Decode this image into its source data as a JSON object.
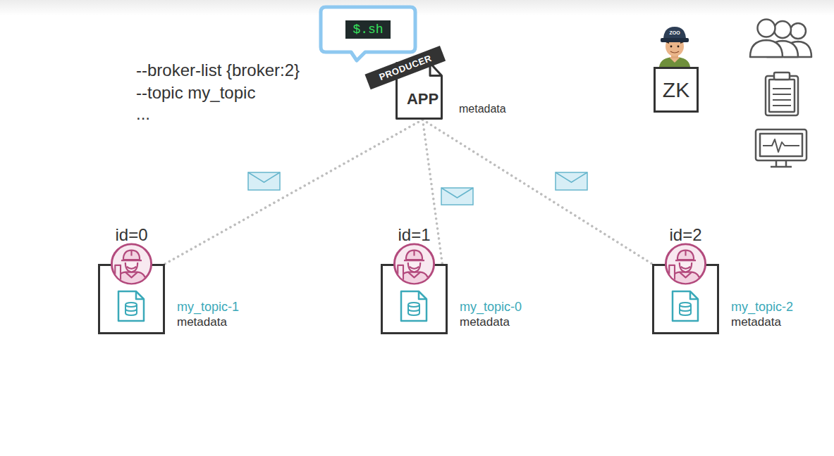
{
  "diagram": {
    "nodes": [
      {
        "text": [
          "$.sh"
        ]
      },
      {
        "text": [
          "PRODUCER",
          "APP",
          "metadata"
        ]
      },
      {
        "text": [
          "ZK"
        ]
      },
      {
        "text": [
          "id=0",
          "my_topic-1",
          "metadata"
        ]
      },
      {
        "text": [
          "id=1",
          "my_topic-0",
          "metadata"
        ]
      },
      {
        "text": [
          "id=2",
          "my_topic-2",
          "metadata"
        ]
      }
    ],
    "edges": [
      {
        "from": 1,
        "to": 3,
        "arrow": "none"
      },
      {
        "from": 1,
        "to": 4,
        "arrow": "none"
      },
      {
        "from": 1,
        "to": 5,
        "arrow": "none"
      }
    ],
    "labels": [
      "--broker-list {broker:2}",
      "--topic my_topic",
      "...",
      "ZOO"
    ]
  }
}
